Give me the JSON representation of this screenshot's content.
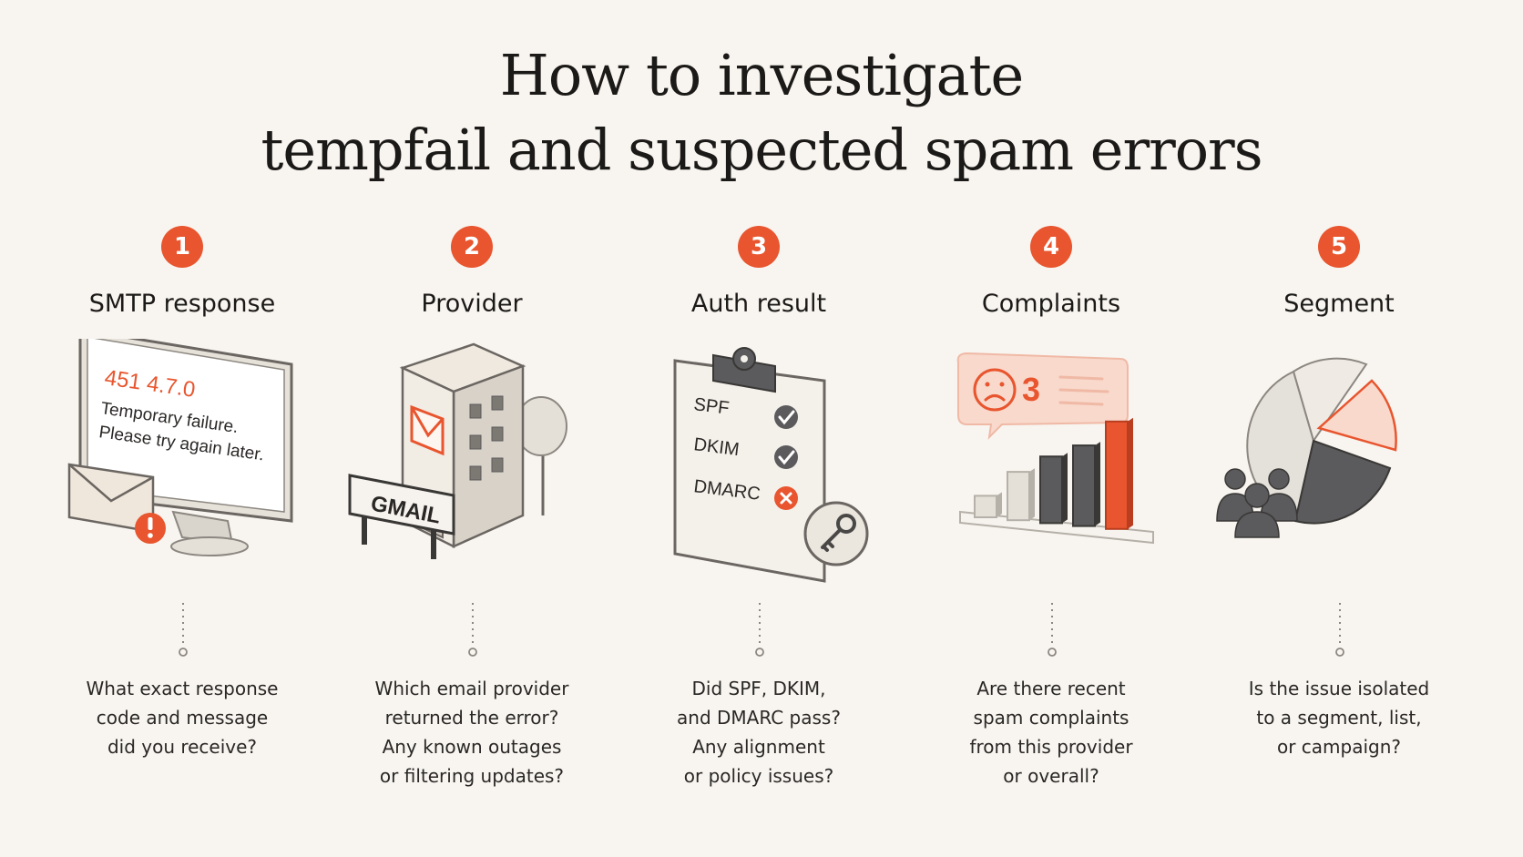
{
  "title": {
    "line1": "How to investigate",
    "line2": "tempfail and suspected spam errors"
  },
  "colors": {
    "accent": "#e8552e",
    "accent_light": "#f8d9cc",
    "dark_gray": "#5b5a5c",
    "light_gray": "#e4e0da",
    "background": "#f8f5f0"
  },
  "steps": [
    {
      "number": "1",
      "heading": "SMTP response",
      "icon": "monitor-icon",
      "screen": {
        "code": "451 4.7.0",
        "line1": "Temporary failure.",
        "line2": "Please try again later."
      },
      "question": [
        "What exact response",
        "code and message",
        "did you receive?"
      ]
    },
    {
      "number": "2",
      "heading": "Provider",
      "icon": "building-icon",
      "sign": "GMAIL",
      "question": [
        "Which email provider",
        "returned the error?",
        "Any known outages",
        "or filtering updates?"
      ]
    },
    {
      "number": "3",
      "heading": "Auth result",
      "icon": "clipboard-icon",
      "checks": [
        {
          "label": "SPF",
          "status": "pass"
        },
        {
          "label": "DKIM",
          "status": "pass"
        },
        {
          "label": "DMARC",
          "status": "fail"
        }
      ],
      "question": [
        "Did SPF, DKIM,",
        "and DMARC pass?",
        "Any alignment",
        "or policy issues?"
      ]
    },
    {
      "number": "4",
      "heading": "Complaints",
      "icon": "bar-chart-icon",
      "complaint_count": "3",
      "bars": [
        0.2,
        0.45,
        0.62,
        0.75,
        1.0
      ],
      "question": [
        "Are there recent",
        "spam complaints",
        "from this provider",
        "or overall?"
      ]
    },
    {
      "number": "5",
      "heading": "Segment",
      "icon": "pie-chart-icon",
      "question": [
        "Is the issue isolated",
        "to a segment, list,",
        "or campaign?"
      ]
    }
  ]
}
